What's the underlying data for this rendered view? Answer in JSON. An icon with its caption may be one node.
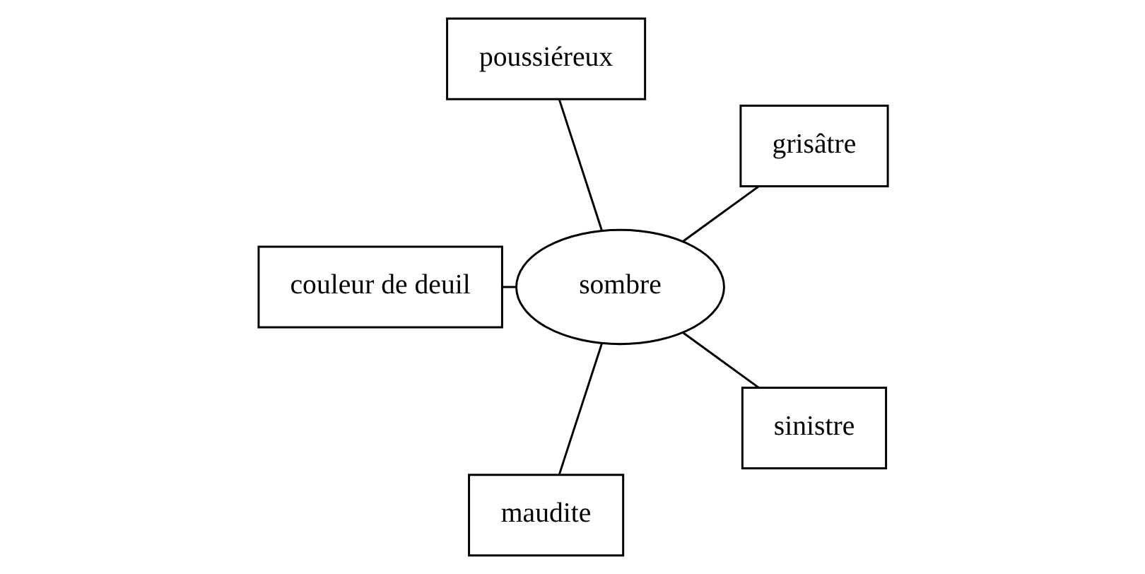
{
  "diagram": {
    "nodes": [
      {
        "text": [
          "grisâtre"
        ]
      },
      {
        "text": [
          "poussiéreux"
        ]
      },
      {
        "text": [
          "couleur de deuil"
        ]
      },
      {
        "text": [
          "sombre"
        ]
      },
      {
        "text": [
          "maudite"
        ]
      },
      {
        "text": [
          "sinistre"
        ]
      }
    ],
    "edges": [
      {
        "from": 3,
        "to": 0,
        "arrow": "none"
      },
      {
        "from": 3,
        "to": 1,
        "arrow": "none"
      },
      {
        "from": 3,
        "to": 2,
        "arrow": "none"
      },
      {
        "from": 3,
        "to": 4,
        "arrow": "none"
      },
      {
        "from": 3,
        "to": 5,
        "arrow": "none"
      }
    ]
  }
}
